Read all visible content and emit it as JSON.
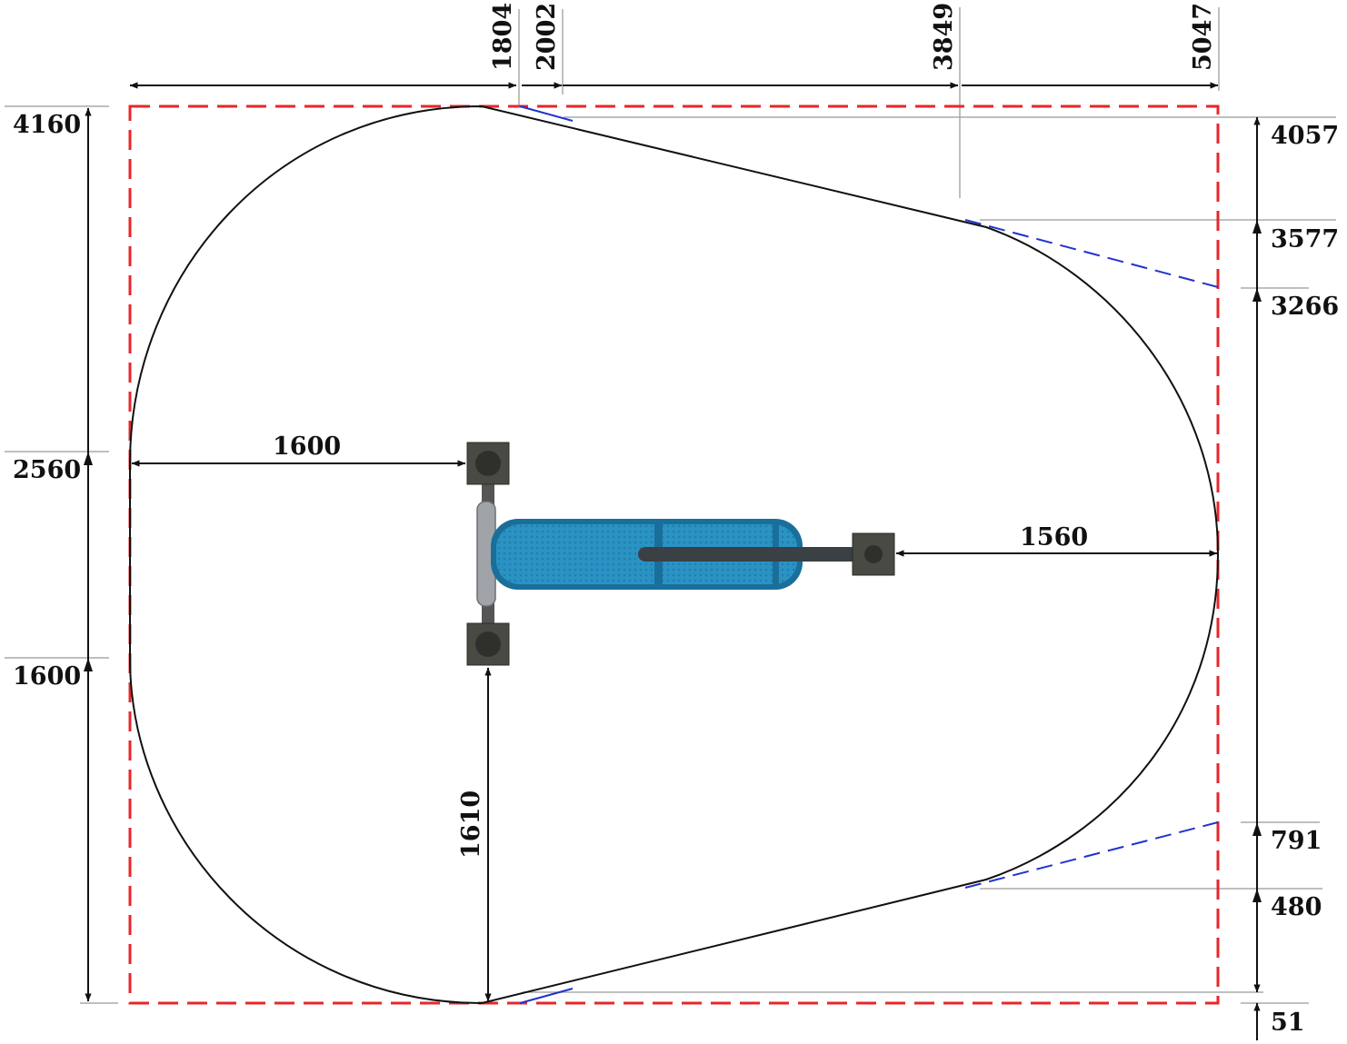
{
  "top_dimensions": [
    "1804",
    "2002",
    "3849",
    "5047"
  ],
  "left_dimensions": [
    "4160",
    "2560",
    "1600"
  ],
  "right_dimensions": [
    "4057",
    "3577",
    "3266",
    "791",
    "480",
    "51"
  ],
  "inner_dimensions": {
    "left_clearance": "1600",
    "right_clearance": "1560",
    "bottom_clearance": "1610"
  },
  "colors": {
    "boundary": "#e8262a",
    "tangent": "#2233cc",
    "outline": "#111111",
    "seat": "#2a93c4",
    "post": "#4a4a45"
  }
}
